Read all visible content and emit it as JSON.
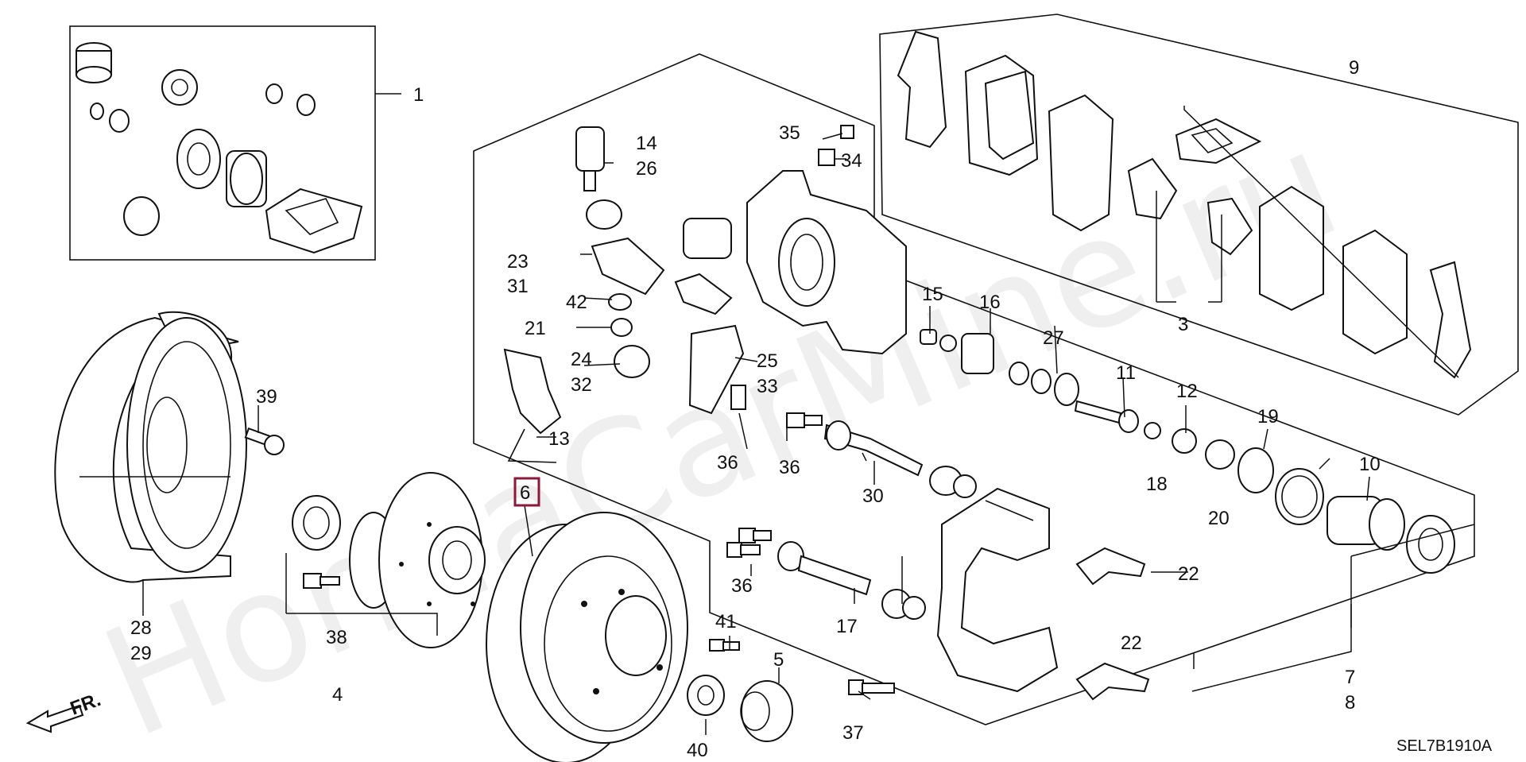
{
  "diagram_code": "SEL7B1910A",
  "watermark": "HondaCarMine.ru",
  "direction_label": "FR.",
  "highlighted_label": "6",
  "labels": {
    "l1": "1",
    "l3": "3",
    "l4": "4",
    "l5": "5",
    "l6": "6",
    "l7": "7",
    "l8": "8",
    "l9": "9",
    "l10": "10",
    "l11": "11",
    "l12": "12",
    "l13": "13",
    "l14": "14",
    "l15": "15",
    "l16": "16",
    "l17": "17",
    "l18": "18",
    "l19": "19",
    "l20": "20",
    "l21": "21",
    "l22a": "22",
    "l22b": "22",
    "l23": "23",
    "l24": "24",
    "l25": "25",
    "l26": "26",
    "l27": "27",
    "l28": "28",
    "l29": "29",
    "l30": "30",
    "l31": "31",
    "l32": "32",
    "l33": "33",
    "l34": "34",
    "l35": "35",
    "l36a": "36",
    "l36b": "36",
    "l36c": "36",
    "l37": "37",
    "l38": "38",
    "l39": "39",
    "l40": "40",
    "l41": "41",
    "l42": "42"
  }
}
